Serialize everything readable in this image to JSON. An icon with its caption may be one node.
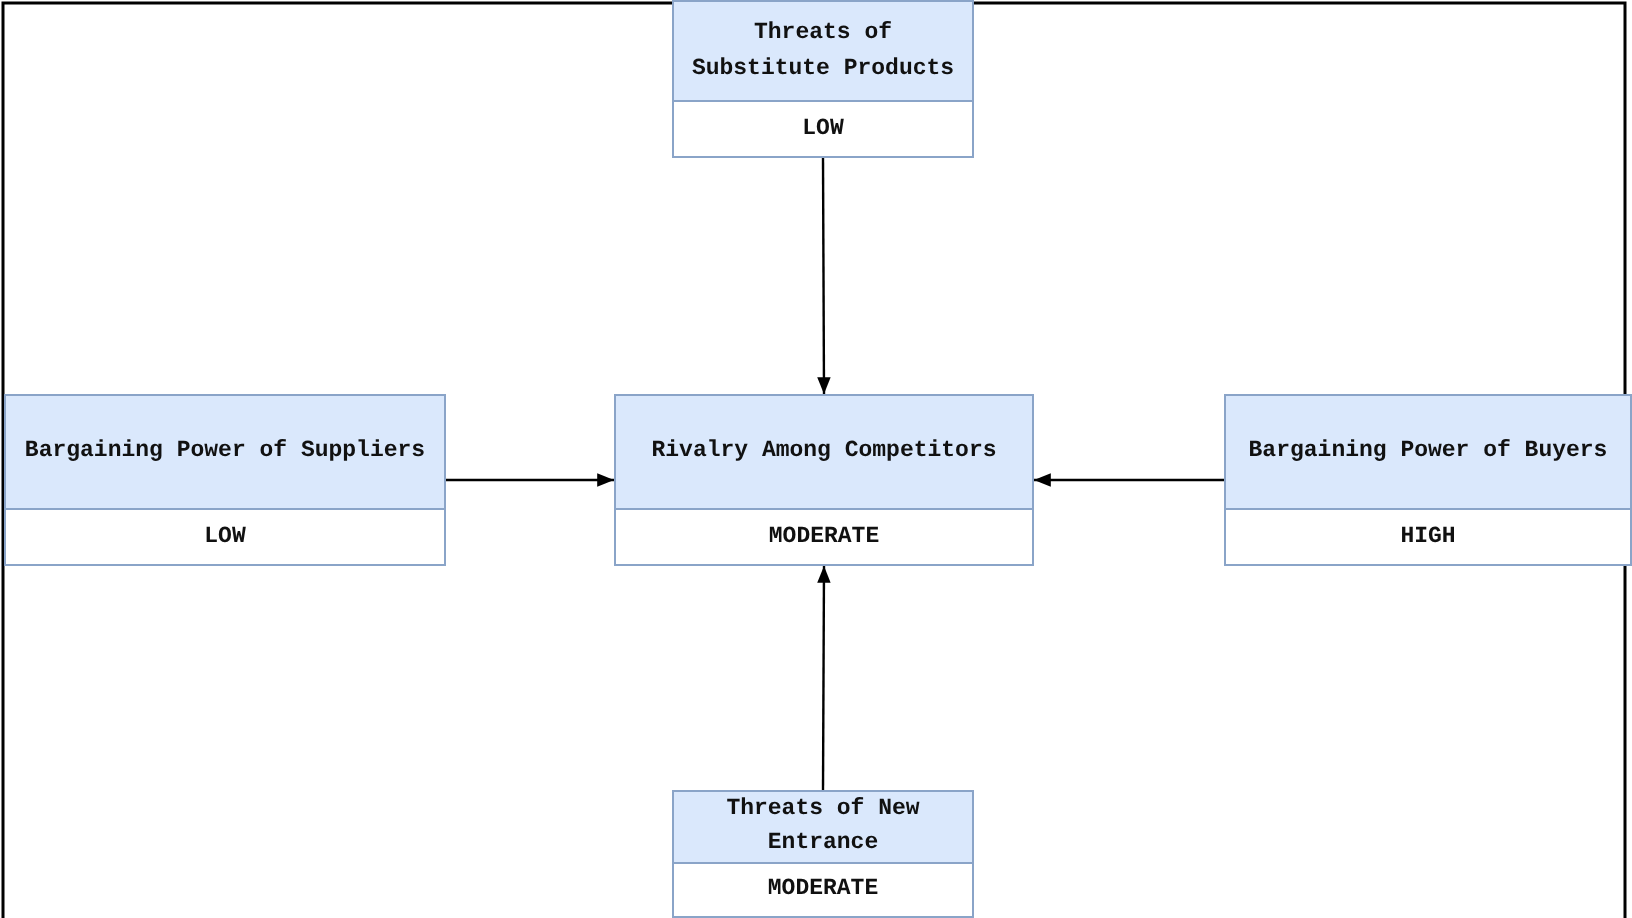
{
  "diagram": {
    "nodes": [
      {
        "text": [
          "Threats of Substitute Products",
          "LOW"
        ]
      },
      {
        "text": [
          "Bargaining Power of Suppliers",
          "LOW"
        ]
      },
      {
        "text": [
          "Rivalry Among Competitors",
          "MODERATE"
        ]
      },
      {
        "text": [
          "Bargaining Power of Buyers",
          "HIGH"
        ]
      },
      {
        "text": [
          "Threats of New Entrance",
          "MODERATE"
        ]
      }
    ],
    "edges": [
      {
        "from": 0,
        "to": 2,
        "arrow": "to"
      },
      {
        "from": 1,
        "to": 2,
        "arrow": "to"
      },
      {
        "from": 3,
        "to": 2,
        "arrow": "to"
      },
      {
        "from": 4,
        "to": 2,
        "arrow": "to"
      }
    ]
  }
}
